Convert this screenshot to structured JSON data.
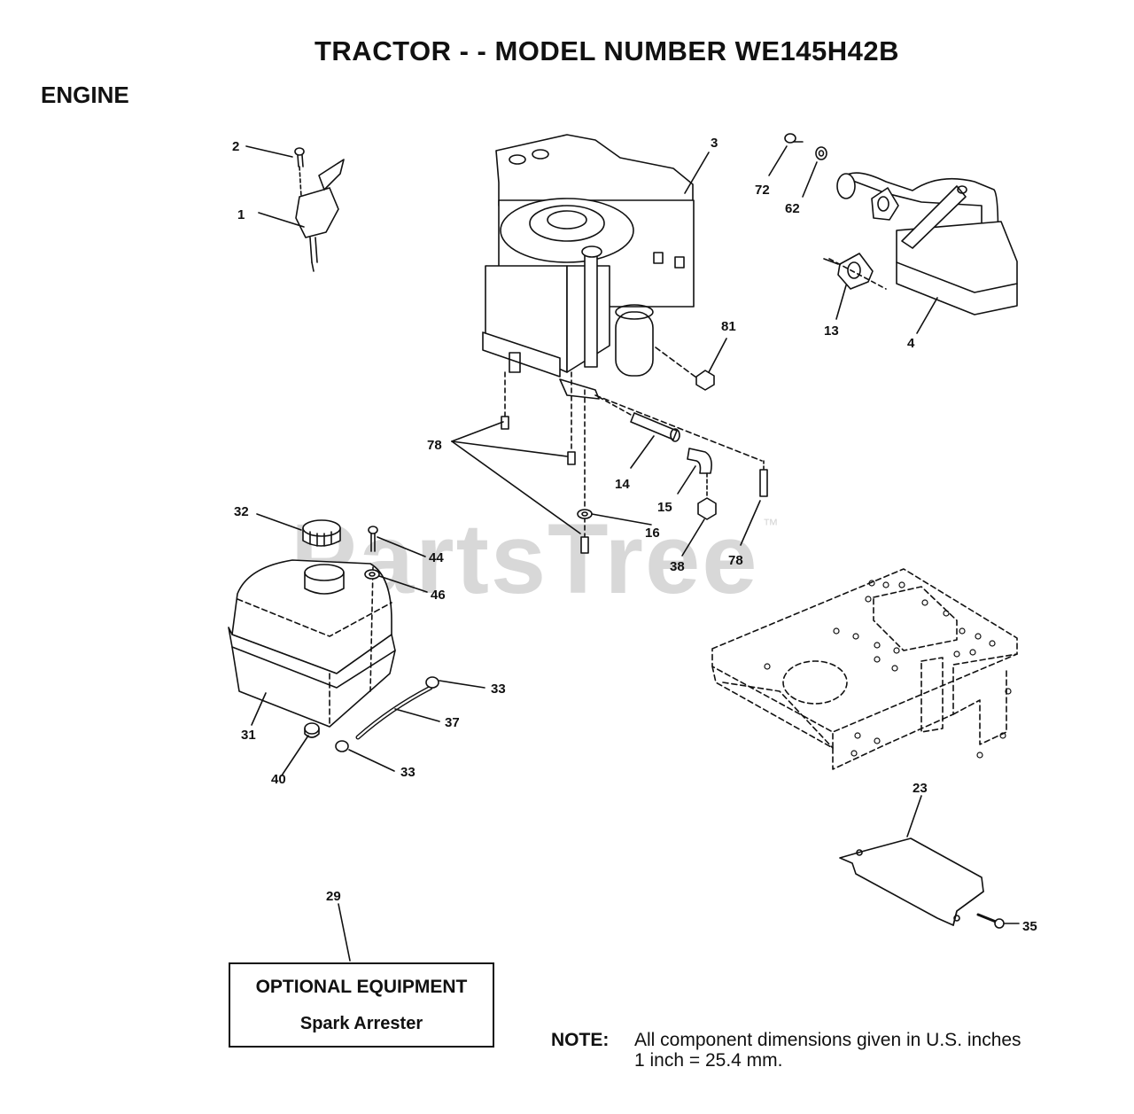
{
  "header": {
    "title": "TRACTOR - - MODEL NUMBER WE145H42B",
    "section": "ENGINE"
  },
  "watermark": {
    "text": "PartsTree",
    "mark": "™"
  },
  "callouts": [
    {
      "id": "c1",
      "label": "1"
    },
    {
      "id": "c2",
      "label": "2"
    },
    {
      "id": "c3",
      "label": "3"
    },
    {
      "id": "c4",
      "label": "4"
    },
    {
      "id": "c13",
      "label": "13"
    },
    {
      "id": "c14",
      "label": "14"
    },
    {
      "id": "c15",
      "label": "15"
    },
    {
      "id": "c16",
      "label": "16"
    },
    {
      "id": "c23",
      "label": "23"
    },
    {
      "id": "c29",
      "label": "29"
    },
    {
      "id": "c31",
      "label": "31"
    },
    {
      "id": "c32",
      "label": "32"
    },
    {
      "id": "c33a",
      "label": "33"
    },
    {
      "id": "c33b",
      "label": "33"
    },
    {
      "id": "c35",
      "label": "35"
    },
    {
      "id": "c37",
      "label": "37"
    },
    {
      "id": "c38",
      "label": "38"
    },
    {
      "id": "c40",
      "label": "40"
    },
    {
      "id": "c44",
      "label": "44"
    },
    {
      "id": "c46",
      "label": "46"
    },
    {
      "id": "c62",
      "label": "62"
    },
    {
      "id": "c72",
      "label": "72"
    },
    {
      "id": "c78a",
      "label": "78"
    },
    {
      "id": "c78b",
      "label": "78"
    },
    {
      "id": "c81",
      "label": "81"
    }
  ],
  "optional_equipment": {
    "heading": "OPTIONAL EQUIPMENT",
    "item": "Spark Arrester"
  },
  "note": {
    "label": "NOTE:",
    "line1": "All component dimensions given in U.S. inches",
    "line2": "1 inch = 25.4 mm."
  },
  "colors": {
    "ink": "#111111",
    "watermark": "#d8d8d8",
    "background": "#ffffff"
  }
}
